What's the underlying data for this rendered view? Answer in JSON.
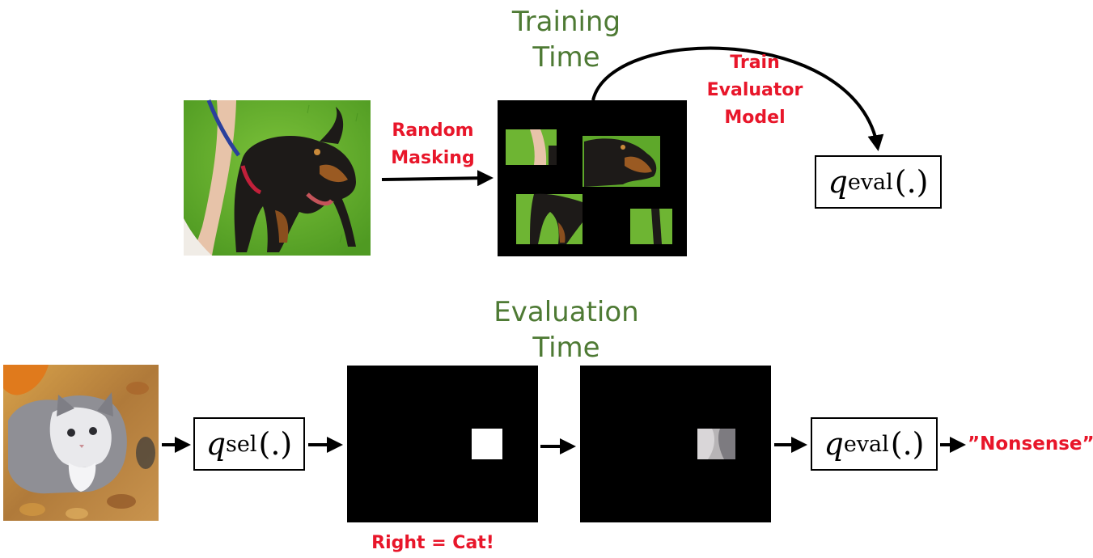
{
  "training": {
    "title_line1": "Training",
    "title_line2": "Time",
    "arrow_label_line1": "Random",
    "arrow_label_line2": "Masking",
    "curve_label_line1": "Train",
    "curve_label_line2": "Evaluator",
    "curve_label_line3": "Model",
    "eval_box": {
      "q": "q",
      "sub": "eval",
      "args": "(.)"
    }
  },
  "evaluation": {
    "title_line1": "Evaluation",
    "title_line2": "Time",
    "sel_box": {
      "q": "q",
      "sub": "sel",
      "args": "(.)"
    },
    "eval_box": {
      "q": "q",
      "sub": "eval",
      "args": "(.)"
    },
    "output_label": "”Nonsense”",
    "mask_caption": "Right = Cat!"
  },
  "colors": {
    "title_green": "#4e7a34",
    "label_red": "#e8162a"
  }
}
